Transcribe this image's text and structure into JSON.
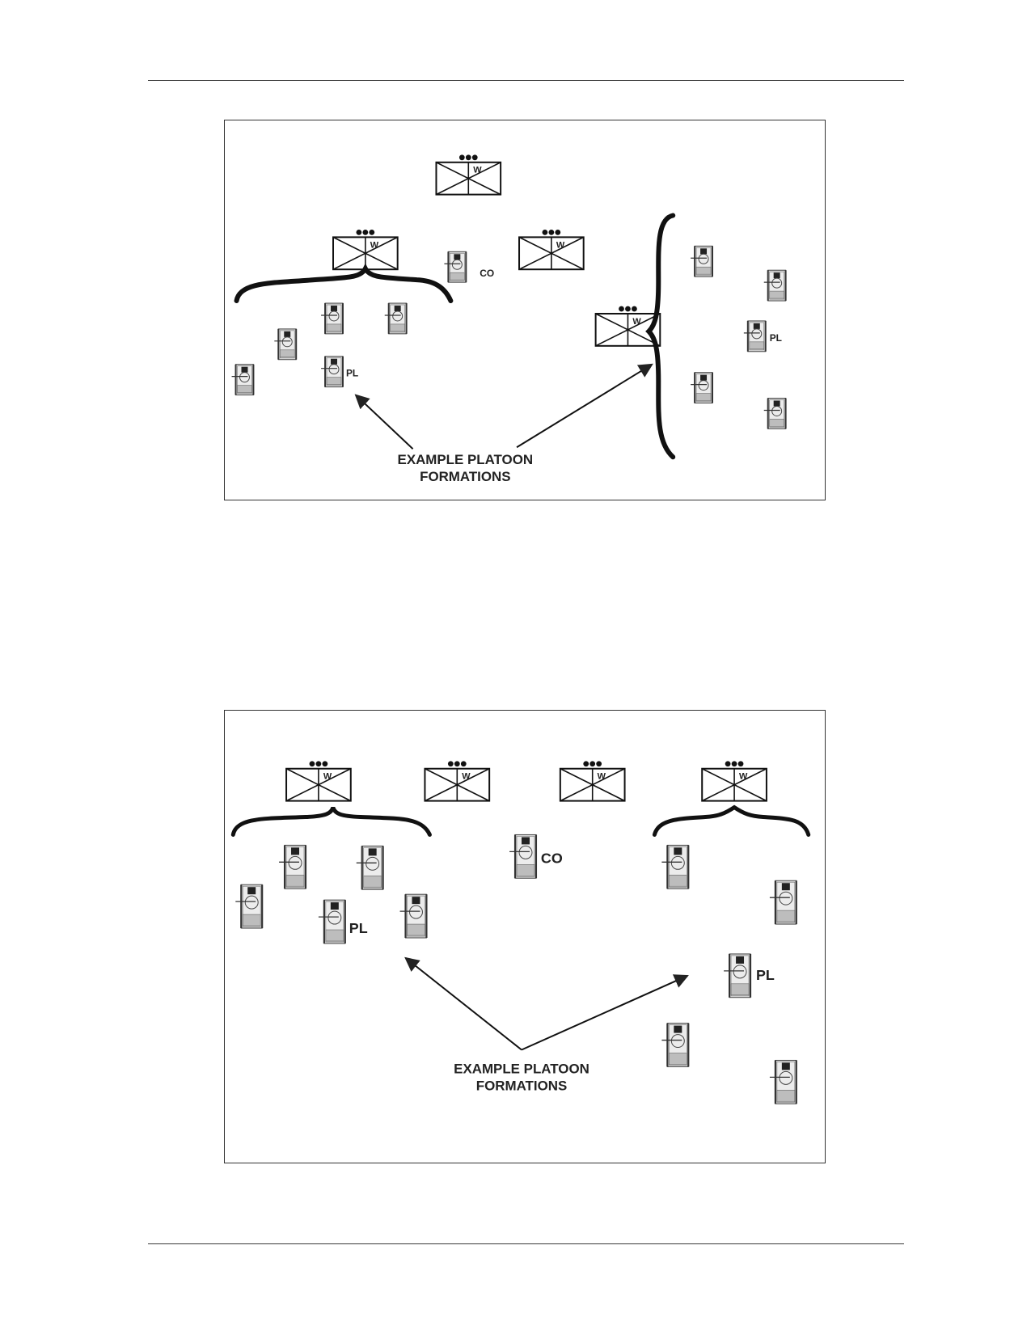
{
  "figures": [
    {
      "unit_marking": "W",
      "labels": {
        "company_commander": "CO",
        "platoon_leader_left": "PL",
        "platoon_leader_right": "PL"
      },
      "callout": {
        "line1": "EXAMPLE PLATOON",
        "line2": "FORMATIONS"
      }
    },
    {
      "unit_marking": "W",
      "labels": {
        "company_commander": "CO",
        "platoon_leader_left": "PL",
        "platoon_leader_right": "PL"
      },
      "callout": {
        "line1": "EXAMPLE PLATOON",
        "line2": "FORMATIONS"
      }
    }
  ]
}
